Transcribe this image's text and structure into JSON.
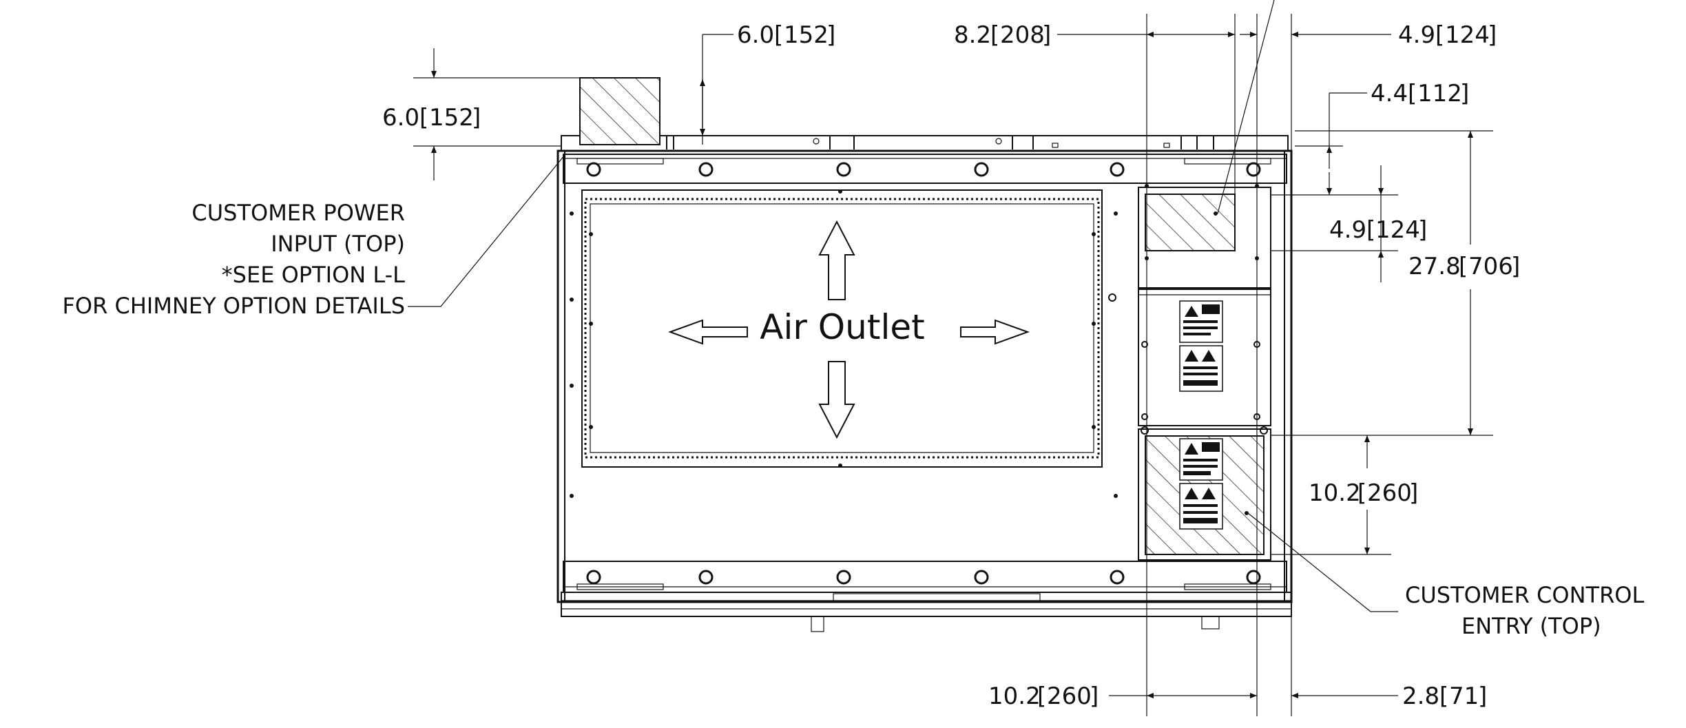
{
  "dimensions": {
    "chimney_width": {
      "value": "6.0",
      "metric": "152"
    },
    "chimney_height": {
      "value": "6.0",
      "metric": "152"
    },
    "panel_width_top": {
      "value": "8.2",
      "metric": "208"
    },
    "right_offset_top": {
      "value": "4.9",
      "metric": "124"
    },
    "power_knockout_top_offset": {
      "value": "4.4",
      "metric": "112"
    },
    "power_knockout_height": {
      "value": "4.9",
      "metric": "124"
    },
    "overall_depth": {
      "value": "27.8",
      "metric": "706"
    },
    "control_entry_height": {
      "value": "10.2",
      "metric": "260"
    },
    "control_entry_width": {
      "value": "10.2",
      "metric": "260"
    },
    "right_offset_bottom": {
      "value": "2.8",
      "metric": "71"
    }
  },
  "notes": {
    "power_input": [
      "CUSTOMER POWER",
      "INPUT (TOP)",
      "*SEE OPTION L-L",
      "FOR CHIMNEY OPTION DETAILS"
    ],
    "control_entry": [
      "CUSTOMER CONTROL",
      "ENTRY (TOP)"
    ]
  },
  "air_outlet_label": "Air Outlet"
}
